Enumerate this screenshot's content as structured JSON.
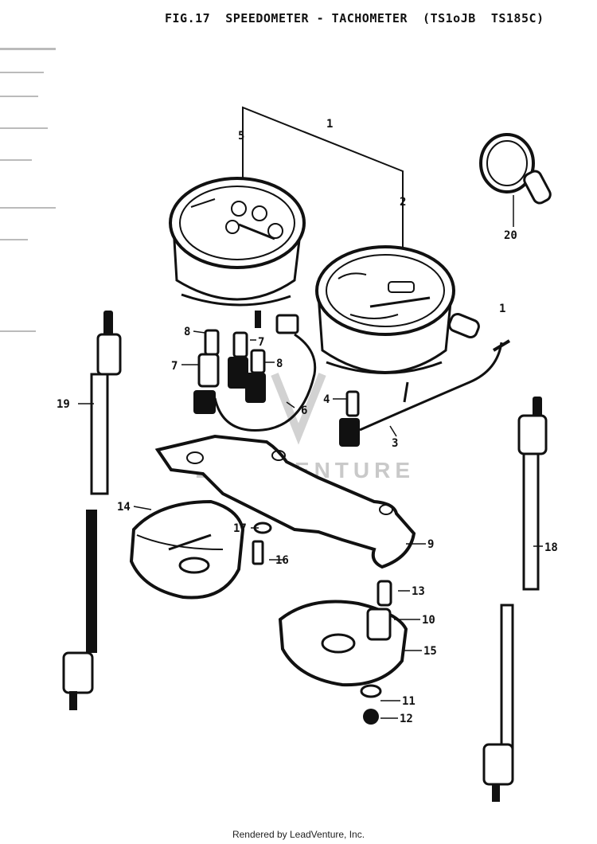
{
  "header": {
    "title": "FIG.17  SPEEDOMETER - TACHOMETER  (TS1oJB  TS185C)"
  },
  "watermark": {
    "text": "LEADVENTURE"
  },
  "footer": {
    "text": "Rendered by LeadVenture, Inc."
  },
  "callouts": {
    "c1": "1",
    "c2": "2",
    "c3": "3",
    "c4": "4",
    "c5": "5",
    "c6": "6",
    "c7a": "7",
    "c7b": "7",
    "c8a": "8",
    "c8b": "8",
    "c9": "9",
    "c10": "10",
    "c11": "11",
    "c12": "12",
    "c13": "13",
    "c14": "14",
    "c15": "15",
    "c16": "16",
    "c17": "17",
    "c18": "18",
    "c19": "19",
    "c20": "20",
    "c1b": "1"
  }
}
